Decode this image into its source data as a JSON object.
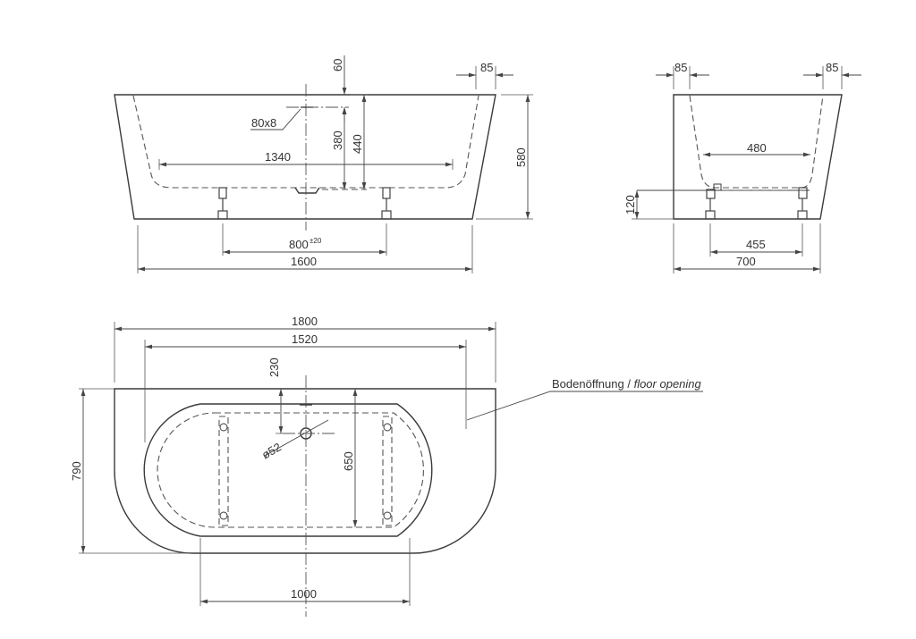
{
  "dimensions": {
    "front_overall_width": "1600",
    "front_inner_width": "1340",
    "front_feet_spacing": "800",
    "front_feet_tolerance": "±20",
    "front_height": "580",
    "front_rim_width": "85",
    "front_rim_top": "60",
    "overflow_size": "80x8",
    "overflow_height_a": "380",
    "overflow_height_b": "440",
    "side_rim_left": "85",
    "side_rim_right": "85",
    "side_inner_width": "480",
    "side_base_height": "120",
    "side_feet_spacing": "455",
    "side_overall_width": "700",
    "top_overall_length": "1800",
    "top_inner_length": "1520",
    "top_drain_offset": "230",
    "top_drain_diameter": "ø52",
    "top_inner_width": "650",
    "top_overall_width": "790",
    "top_floor_width": "1000"
  },
  "labels": {
    "floor_opening_de": "Bodenöffnung / ",
    "floor_opening_en": "floor opening"
  }
}
